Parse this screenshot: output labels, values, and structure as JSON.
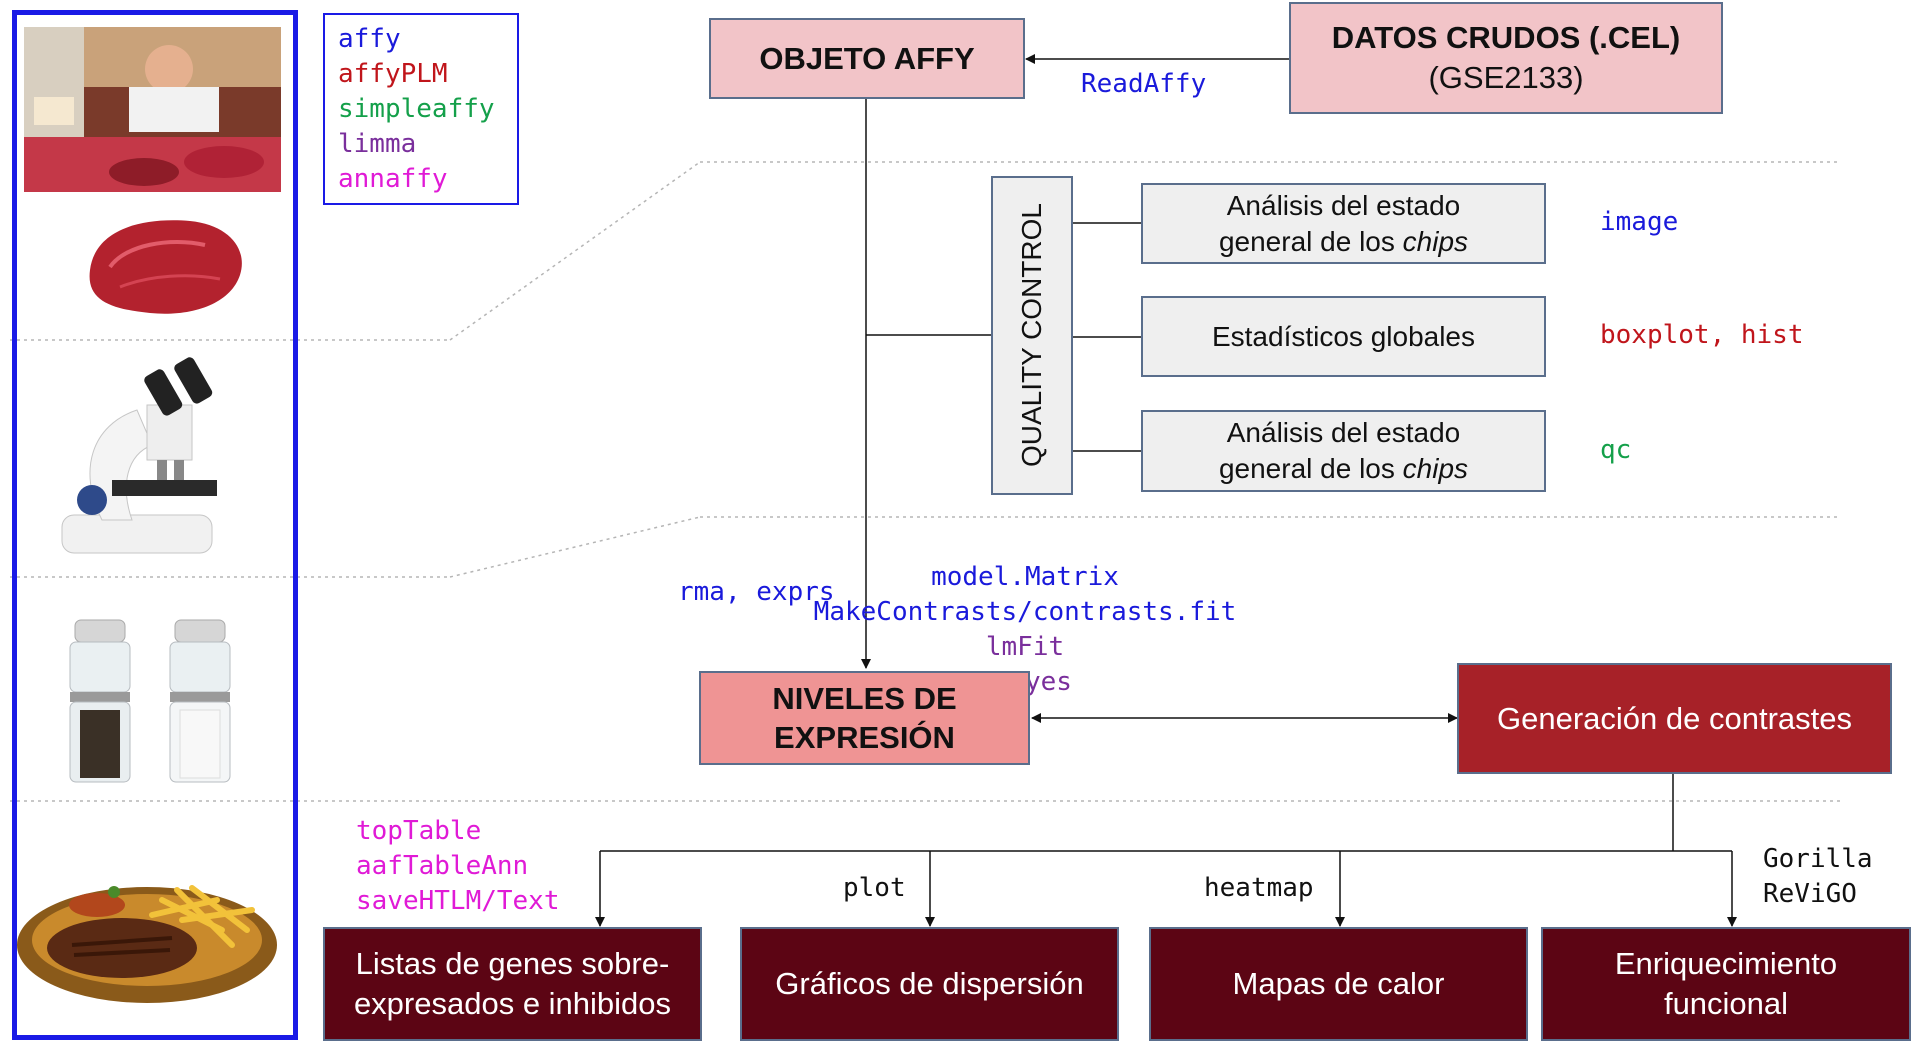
{
  "packages": [
    {
      "name": "affy",
      "color": "#1a1adb"
    },
    {
      "name": "affyPLM",
      "color": "#c0151b"
    },
    {
      "name": "simpleaffy",
      "color": "#14a04a"
    },
    {
      "name": "limma",
      "color": "#7a2f9c"
    },
    {
      "name": "annaffy",
      "color": "#e01ad6"
    }
  ],
  "boxes": {
    "objeto_affy": "OBJETO AFFY",
    "datos_crudos_line1": "DATOS CRUDOS (.CEL)",
    "datos_crudos_line2": "(GSE2133)",
    "quality_control": "QUALITY CONTROL",
    "qc1_line1": "Análisis del estado",
    "qc1_line2_prefix": "general de los ",
    "qc1_line2_italic": "chips",
    "qc2": "Estadísticos globales",
    "qc3_line1": "Análisis del estado",
    "qc3_line2_prefix": "general de los ",
    "qc3_line2_italic": "chips",
    "niveles_line1": "NIVELES DE",
    "niveles_line2": "EXPRESIÓN",
    "contrastes": "Generación de contrastes",
    "listas_line1": "Listas de genes sobre-",
    "listas_line2": "expresados e inhibidos",
    "graficos": "Gráficos de dispersión",
    "mapas": "Mapas de calor",
    "enriq_line1": "Enriquecimiento",
    "enriq_line2": "funcional"
  },
  "functions": {
    "readaffy": "ReadAffy",
    "image": "image",
    "boxplot_hist": "boxplot, hist",
    "qc": "qc",
    "rma_exprs": "rma, exprs",
    "model_matrix": "model.Matrix",
    "make_contrasts": "MakeContrasts/contrasts.fit",
    "lmfit": "lmFit",
    "ebayes": "eBayes",
    "toptable": "topTable",
    "aaftableann": "aafTableAnn",
    "savehtlm": "saveHTLM/Text",
    "plot": "plot",
    "heatmap": "heatmap",
    "gorilla": "Gorilla",
    "revigo": "ReViGO"
  },
  "colors": {
    "blue": "#1a1adb",
    "red": "#c0151b",
    "green": "#14a04a",
    "purple": "#7a2f9c",
    "magenta": "#e01ad6",
    "black": "#111111",
    "frame_blue": "#1a1ae6"
  },
  "images": [
    "butcher-photo",
    "raw-steak",
    "microscope",
    "salt-pepper-mills",
    "cooked-steak-with-fries"
  ]
}
